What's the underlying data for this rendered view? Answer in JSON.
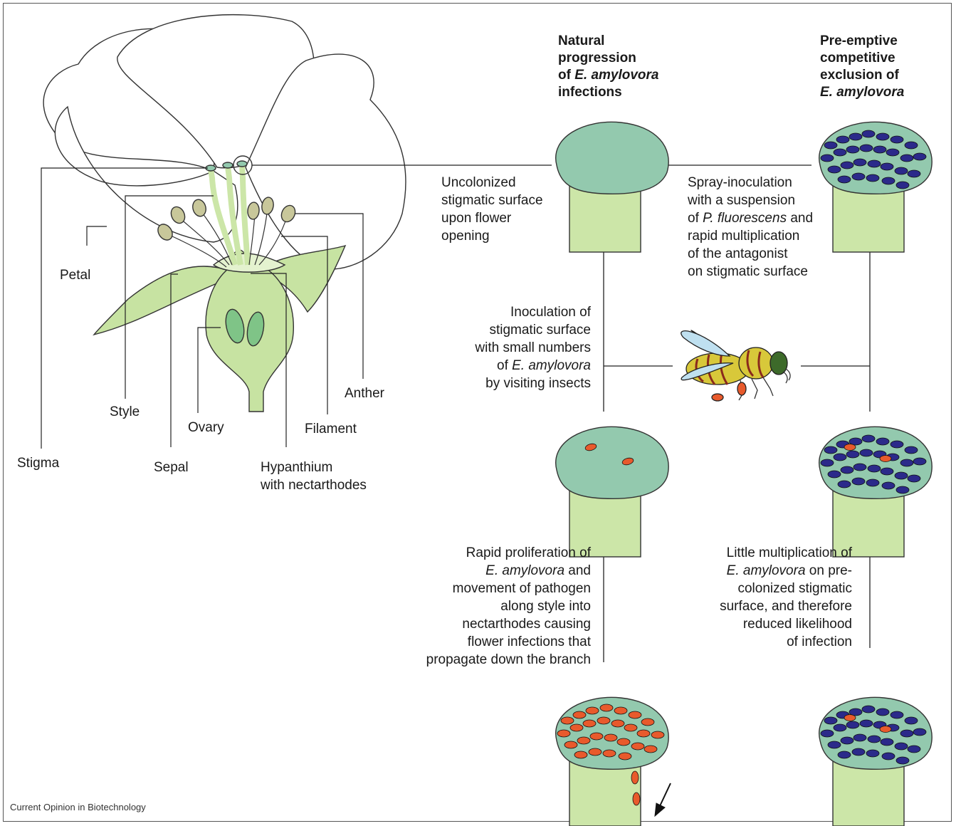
{
  "headers": {
    "natural": [
      "Natural",
      "progression",
      "of ",
      "E. amylovora",
      "infections"
    ],
    "preemptive": [
      "Pre-emptive",
      "competitive",
      "exclusion of",
      "E. amylovora"
    ]
  },
  "flower_labels": {
    "stigma": "Stigma",
    "style": "Style",
    "petal": "Petal",
    "sepal": "Sepal",
    "ovary": "Ovary",
    "hypanthium": [
      "Hypanthium",
      "with nectarthodes"
    ],
    "filament": "Filament",
    "anther": "Anther"
  },
  "descriptions": {
    "uncolonized": [
      "Uncolonized",
      "stigmatic surface",
      "upon flower",
      "opening"
    ],
    "spray": [
      "Spray-inoculation",
      "with a suspension",
      "of ",
      "P. fluorescens",
      " and",
      "rapid multiplication",
      "of the antagonist",
      "on stigmatic surface"
    ],
    "inoculation": [
      "Inoculation of",
      "stigmatic surface",
      "with small numbers",
      "of ",
      "E. amylovora",
      "by visiting insects"
    ],
    "proliferation": [
      "Rapid proliferation of",
      "E. amylovora",
      " and",
      "movement of pathogen",
      "along style into",
      "nectarthodes causing",
      "flower infections that",
      "propagate down the branch"
    ],
    "little": [
      "Little multiplication of",
      "E. amylovora",
      " on pre-",
      "colonized stigmatic",
      "surface, and therefore",
      "reduced likelihood",
      "of infection"
    ]
  },
  "credit": "Current Opinion in Biotechnology",
  "colors": {
    "stigma_head": "#93c9ae",
    "style_green": "#cce6a8",
    "petal_outline": "#333333",
    "sepal_fill": "#c7e3a2",
    "anther_fill": "#c8c79a",
    "pathogen_red": "#e85a2c",
    "antagonist_blue": "#2b2a8a",
    "bee_body": "#d8c83a",
    "bee_stripe": "#8a2a1c",
    "bee_wing": "#bfe0f0"
  }
}
